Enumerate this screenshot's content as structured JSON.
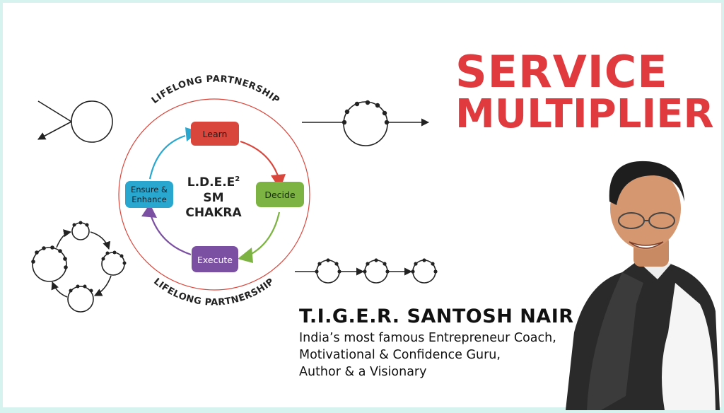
{
  "headline": {
    "line1": "SERVICE",
    "line2": "MULTIPLIER"
  },
  "chakra": {
    "top_arc": "LIFELONG PARTNERSHIP",
    "bottom_arc": "LIFELONG PARTNERSHIP",
    "center_line1": "L.D.E.E",
    "center_sup": "2",
    "center_line2": "SM",
    "center_line3": "CHAKRA",
    "stages": {
      "learn": "Learn",
      "decide": "Decide",
      "execute": "Execute",
      "ensure_line1": "Ensure &",
      "ensure_line2": "Enhance"
    }
  },
  "person": {
    "name": "T.I.G.E.R. SANTOSH NAIR",
    "bio": [
      "India’s most famous Entrepreneur Coach,",
      "Motivational & Confidence Guru,",
      "Author & a Visionary"
    ]
  },
  "colors": {
    "headline": "#e03a3e",
    "learn": "#d9463c",
    "decide": "#7cb342",
    "execute": "#7b4fa2",
    "ensure": "#29a7cf",
    "ring": "#d9463c"
  }
}
